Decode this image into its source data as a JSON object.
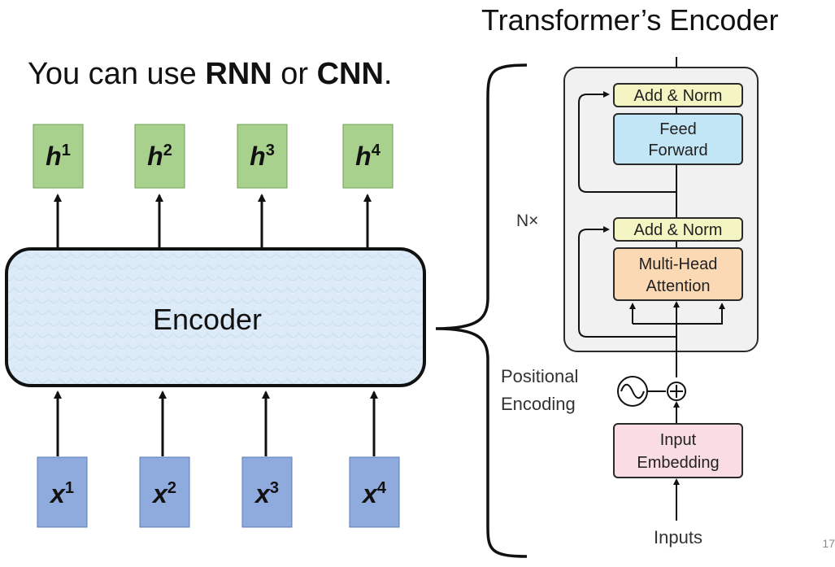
{
  "title": "Transformer’s Encoder",
  "subtitle": {
    "before": "You can use ",
    "rnn": "RNN",
    "middle": " or ",
    "cnn": "CNN",
    "after": "."
  },
  "encoder": {
    "label": "Encoder"
  },
  "outputs": [
    {
      "base": "h",
      "sup": "1"
    },
    {
      "base": "h",
      "sup": "2"
    },
    {
      "base": "h",
      "sup": "3"
    },
    {
      "base": "h",
      "sup": "4"
    }
  ],
  "inputs": [
    {
      "base": "x",
      "sup": "1"
    },
    {
      "base": "x",
      "sup": "2"
    },
    {
      "base": "x",
      "sup": "3"
    },
    {
      "base": "x",
      "sup": "4"
    }
  ],
  "transformer": {
    "add_norm_top": "Add & Norm",
    "feed_forward": [
      "Feed",
      "Forward"
    ],
    "add_norm_bottom": "Add & Norm",
    "multi_head": [
      "Multi-Head",
      "Attention"
    ],
    "nx": "N×",
    "positional": [
      "Positional",
      "Encoding"
    ],
    "input_embedding": [
      "Input",
      "Embedding"
    ],
    "inputs_label": "Inputs"
  },
  "page_number": "17",
  "colors": {
    "output_box": "#a9d18e",
    "input_box": "#8faadc",
    "encoder_fill": "#dcebf7",
    "add_norm": "#f4f5c2",
    "feed_forward": "#c2e6f5",
    "multi_head": "#fbd9b4",
    "embedding": "#f9dde3",
    "block_bg": "#f1f1f1"
  }
}
